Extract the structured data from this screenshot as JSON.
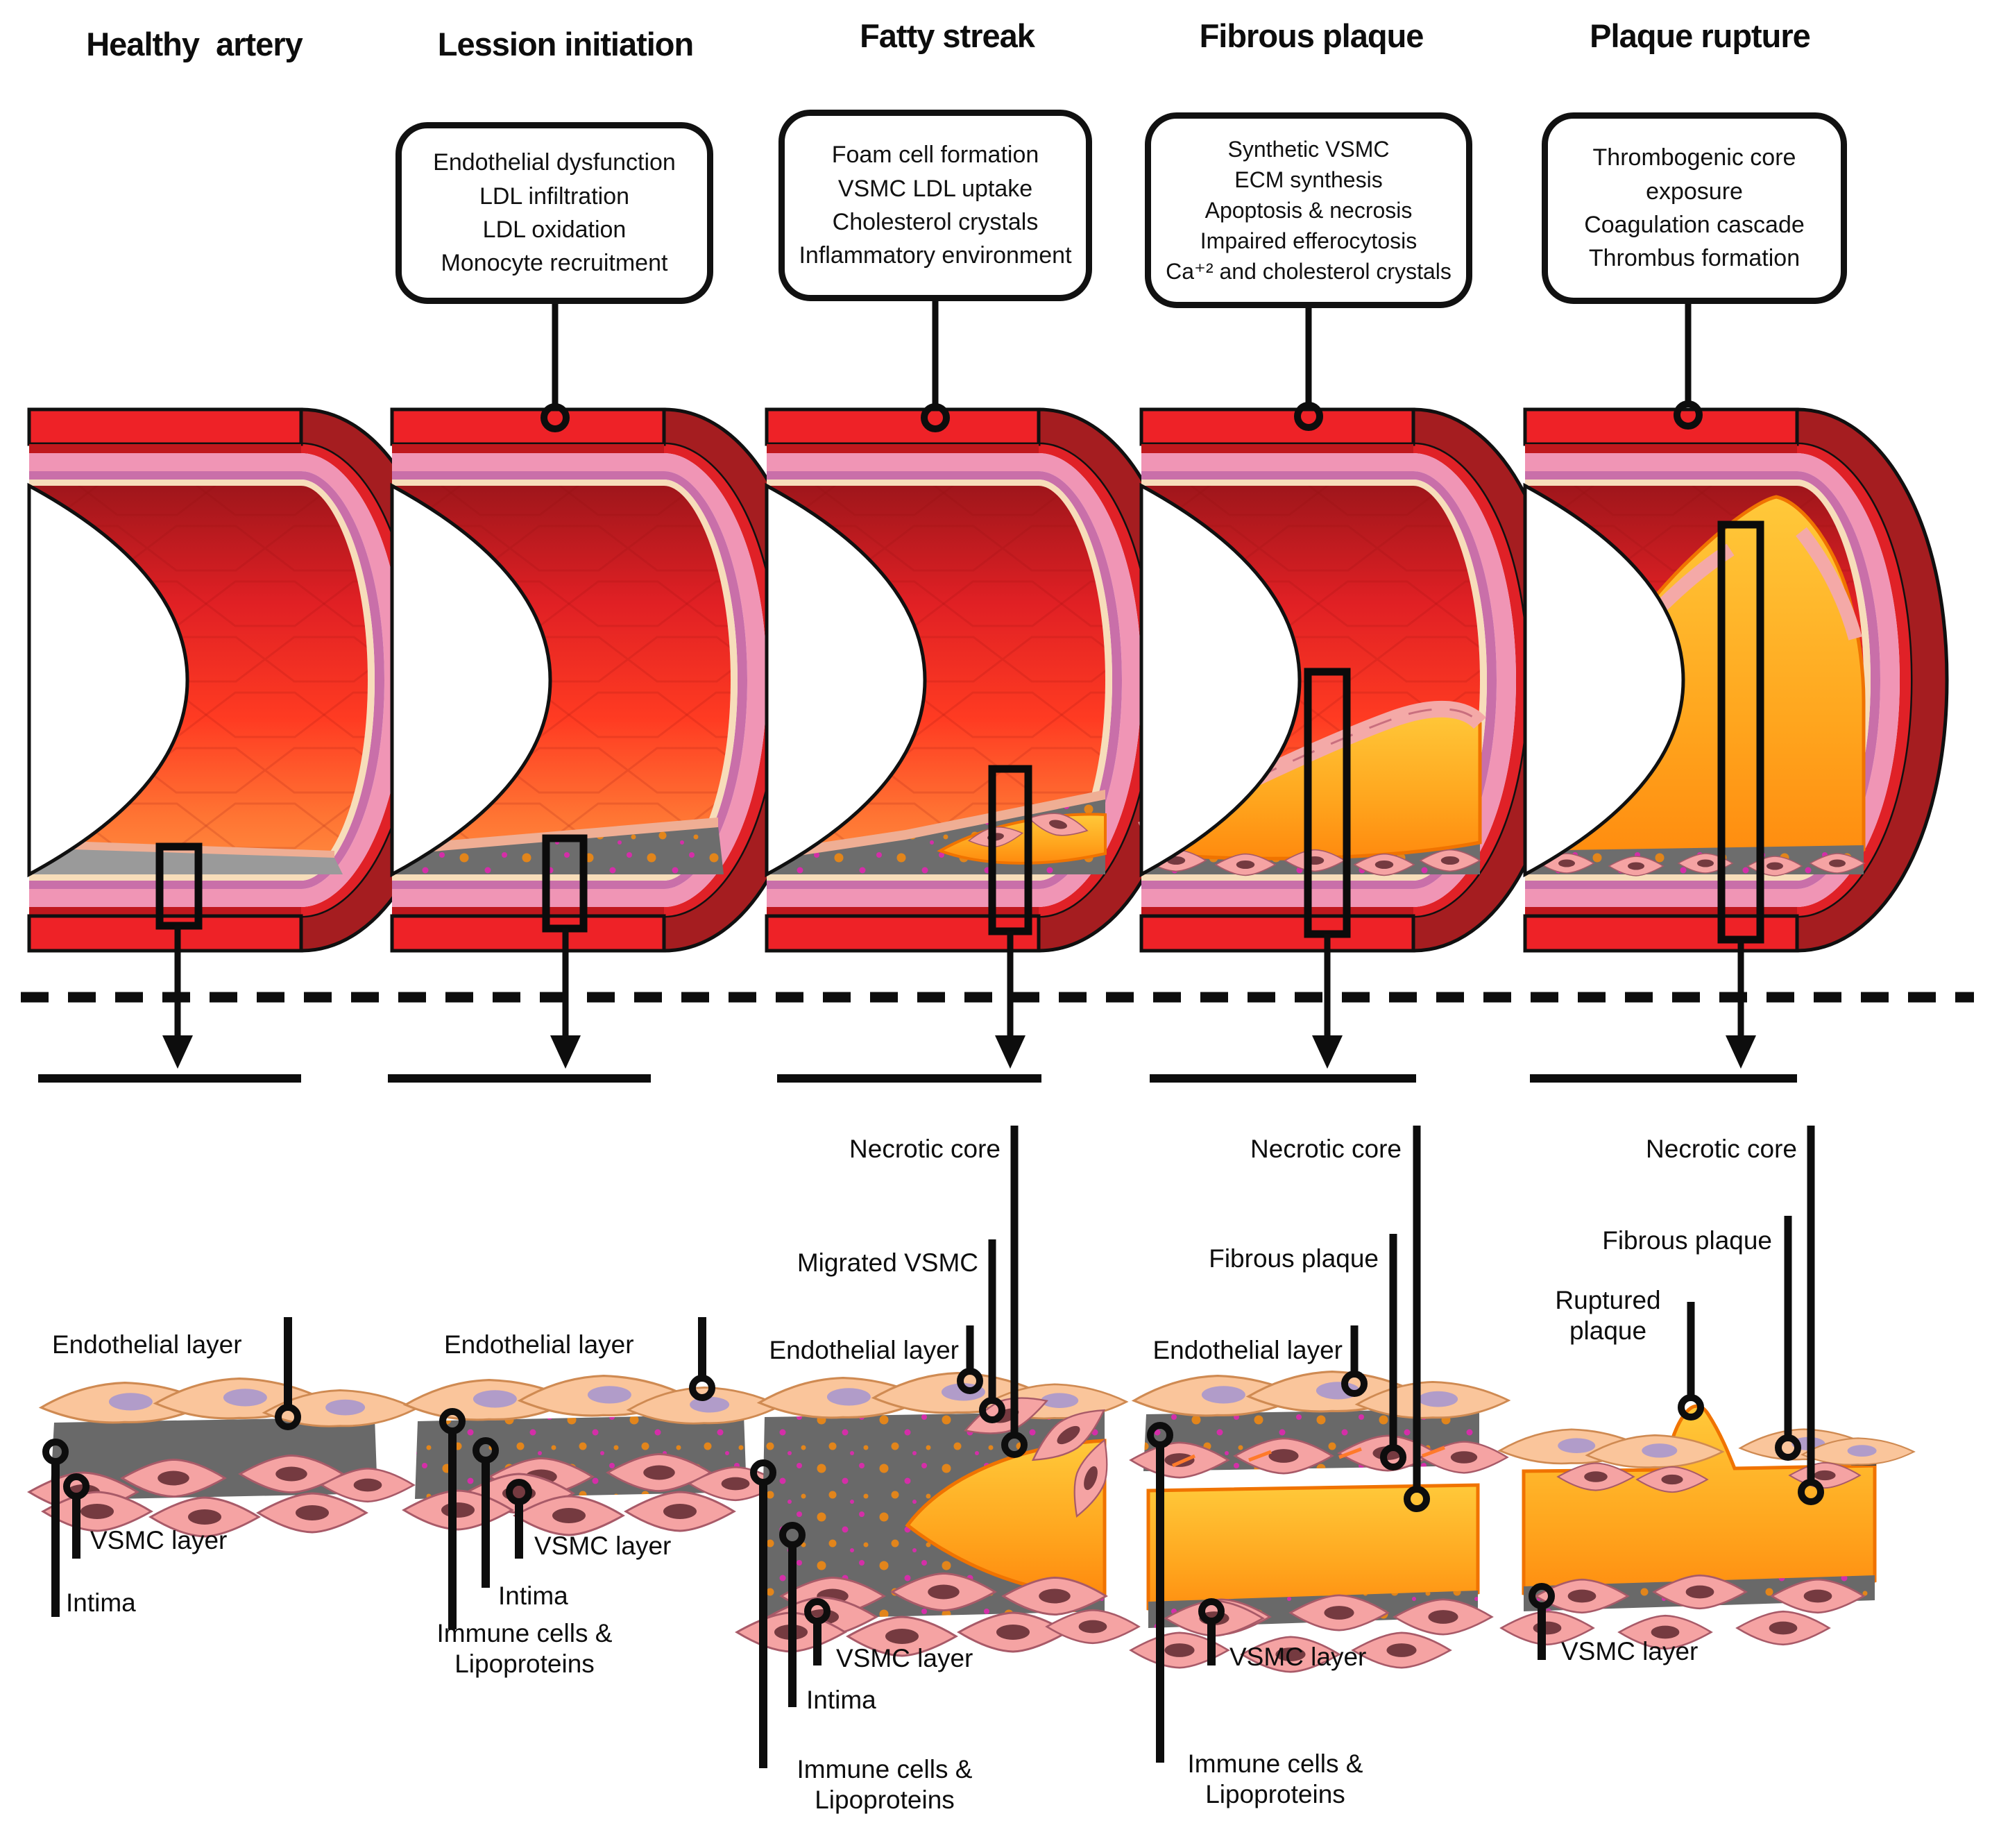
{
  "figure": {
    "type": "scientific-diagram",
    "subject": "Atherosclerosis progression in an artery"
  },
  "stages": [
    {
      "title": "Healthy  artery",
      "callout": null,
      "labels": {
        "endothelial": "Endothelial layer",
        "vsmc": "VSMC layer",
        "intima": "Intima"
      }
    },
    {
      "title": "Lession initiation",
      "callout": [
        "Endothelial dysfunction",
        "LDL infiltration",
        "LDL oxidation",
        "Monocyte recruitment"
      ],
      "labels": {
        "endothelial": "Endothelial layer",
        "vsmc": "VSMC layer",
        "intima": "Intima",
        "immune": "Immune cells & Lipoproteins"
      }
    },
    {
      "title": "Fatty streak",
      "callout": [
        "Foam cell formation",
        "VSMC LDL uptake",
        "Cholesterol crystals",
        "Inflammatory environment"
      ],
      "labels": {
        "necrotic": "Necrotic core",
        "migrated": "Migrated VSMC",
        "endothelial": "Endothelial layer",
        "vsmc": "VSMC layer",
        "intima": "Intima",
        "immune": "Immune cells & Lipoproteins"
      }
    },
    {
      "title": "Fibrous plaque",
      "callout": [
        "Synthetic  VSMC",
        "ECM synthesis",
        "Apoptosis & necrosis",
        "Impaired efferocytosis",
        "Ca⁺² and cholesterol crystals"
      ],
      "labels": {
        "necrotic": "Necrotic core",
        "fibrous": "Fibrous plaque",
        "endothelial": "Endothelial layer",
        "vsmc": "VSMC layer",
        "immune": "Immune cells & Lipoproteins"
      }
    },
    {
      "title": "Plaque rupture",
      "callout": [
        "Thrombogenic core exposure",
        "Coagulation cascade",
        "Thrombus formation"
      ],
      "labels": {
        "necrotic": "Necrotic core",
        "fibrous": "Fibrous plaque",
        "ruptured": "Ruptured plaque",
        "vsmc": "VSMC layer"
      }
    }
  ],
  "colors": {
    "artery_wall_red": "#ee2227",
    "outer_wall_dark_red": "#a51d20",
    "lining_pink": "#f095b5",
    "lining_mauve": "#c96fa9",
    "lining_cream": "#f7ddba",
    "intima_gray": "#6d6d6d",
    "plaque_yellow": "#ffc93a",
    "plaque_orange": "#ff8a0e",
    "vsmc_pink": "#f5a3a3",
    "endothelium_tan": "#fac59b",
    "line_black": "#0d0d0d"
  }
}
